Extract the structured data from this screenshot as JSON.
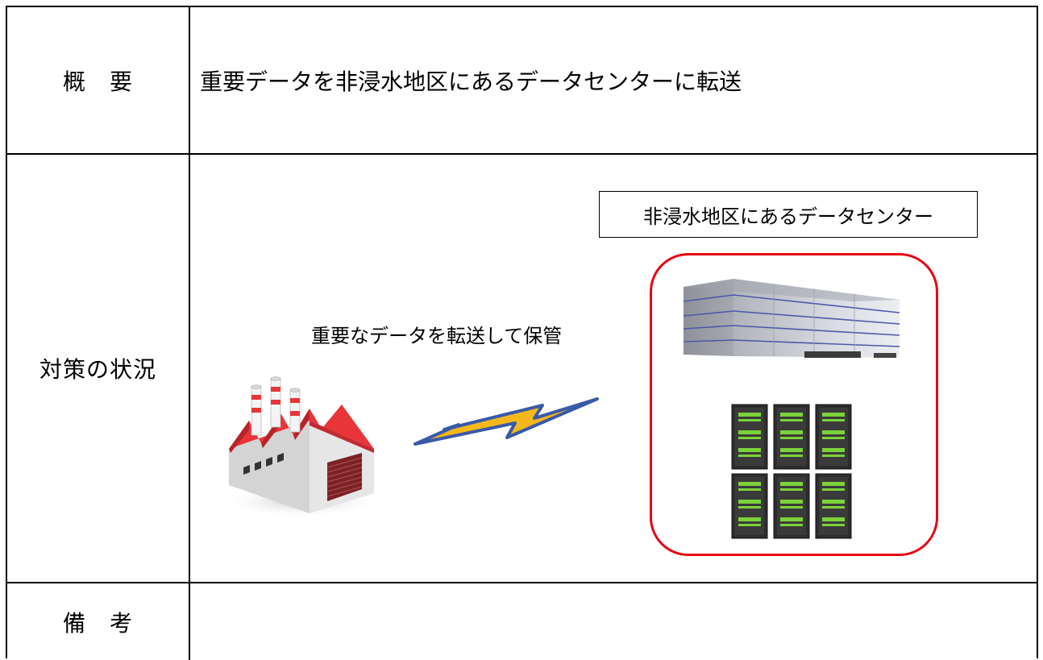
{
  "table": {
    "rows": [
      {
        "label": "概　要",
        "content": "重要データを非浸水地区にあるデータセンターに転送"
      },
      {
        "label": "対策の状況",
        "datacenter_label": "非浸水地区にあるデータセンター",
        "transfer_caption": "重要なデータを転送して保管",
        "icons": [
          "factory-icon",
          "lightning-bolt-icon",
          "datacenter-building-icon",
          "server-racks-icon"
        ],
        "frame_color": "#e60012",
        "bolt_color": "#f5b81c"
      },
      {
        "label": "備　考",
        "content": ""
      }
    ]
  }
}
